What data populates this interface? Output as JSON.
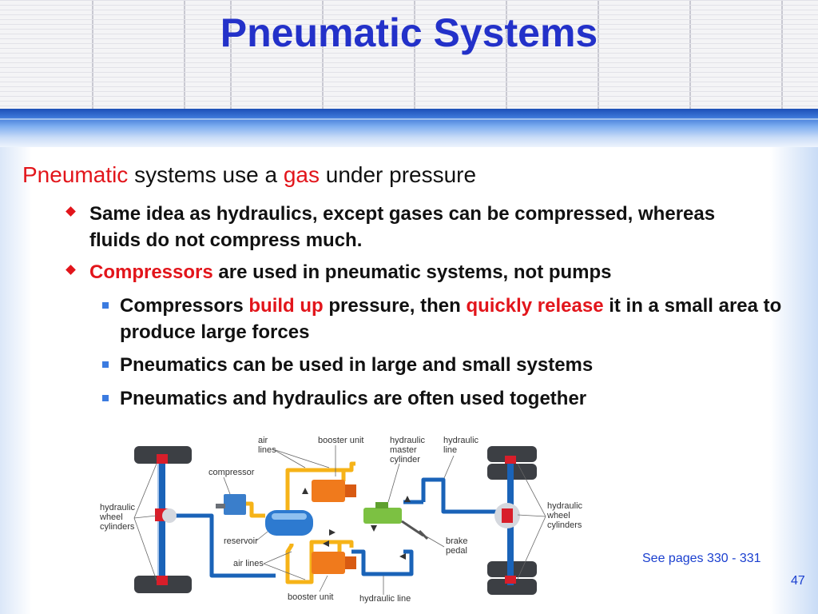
{
  "slide": {
    "title": "Pneumatic Systems",
    "line1": {
      "pre_red": "Pneumatic",
      "mid": " systems use a ",
      "red": "gas",
      "post": " under pressure"
    },
    "bullet1": "Same idea as hydraulics, except gases can be compressed, whereas fluids do not compress much.",
    "bullet2": {
      "red": "Compressors",
      "rest": " are used in pneumatic systems, not pumps"
    },
    "sub1": {
      "a": "Compressors ",
      "red1": "build up",
      "b": " pressure, then ",
      "red2": "quickly release",
      "c": " it in a small area to produce large forces"
    },
    "sub2": "Pneumatics can be used in large and small systems",
    "sub3": "Pneumatics and hydraulics are often used together",
    "reference": "See pages 330 - 331",
    "page_number": "47"
  },
  "figure": {
    "labels": {
      "air_lines_top": [
        "air",
        "lines"
      ],
      "booster_unit_top": "booster unit",
      "hydraulic_master_cylinder": [
        "hydraulic",
        "master",
        "cylinder"
      ],
      "hydraulic_line_top": [
        "hydraulic",
        "line"
      ],
      "compressor": "compressor",
      "hydraulic_wheel_cylinders_left": [
        "hydraulic",
        "wheel",
        "cylinders"
      ],
      "hydraulic_wheel_cylinders_right": [
        "hydraulic",
        "wheel",
        "cylinders"
      ],
      "reservoir": "reservoir",
      "brake_pedal": [
        "brake",
        "pedal"
      ],
      "air_lines_bottom": "air lines",
      "booster_unit_bottom": "booster unit",
      "hydraulic_line_bottom": "hydraulic line"
    },
    "colors": {
      "air_line": "#f6b318",
      "hydraulic_line": "#1a63b8",
      "booster": "#f07a1c",
      "tire": "#3c3f44",
      "valve": "#d81e2a",
      "master_cylinder": "#7cc142"
    }
  }
}
